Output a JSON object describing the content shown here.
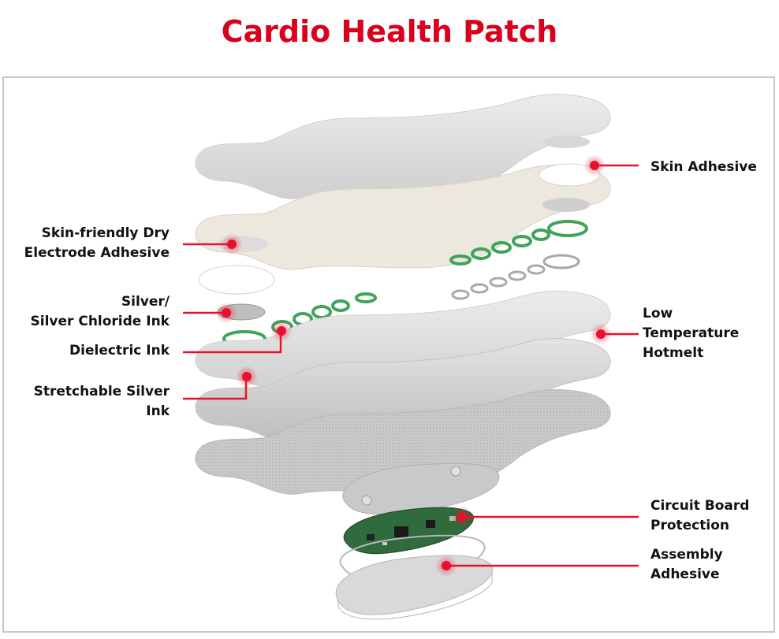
{
  "title": "Cardio Health Patch",
  "colors": {
    "title": "#d9001b",
    "callout": "#e8112d"
  },
  "labels": {
    "skin_adhesive": [
      "Skin Adhesive"
    ],
    "dry_electrode": [
      "Skin-friendly Dry",
      "Electrode Adhesive"
    ],
    "silver_chloride": [
      "Silver/",
      "Silver Chloride Ink"
    ],
    "dielectric": [
      "Dielectric Ink"
    ],
    "stretchable": [
      "Stretchable Silver",
      "Ink"
    ],
    "hotmelt": [
      "Low",
      "Temperature",
      "Hotmelt"
    ],
    "circuit_board": [
      "Circuit Board",
      "Protection"
    ],
    "assembly": [
      "Assembly",
      "Adhesive"
    ]
  }
}
